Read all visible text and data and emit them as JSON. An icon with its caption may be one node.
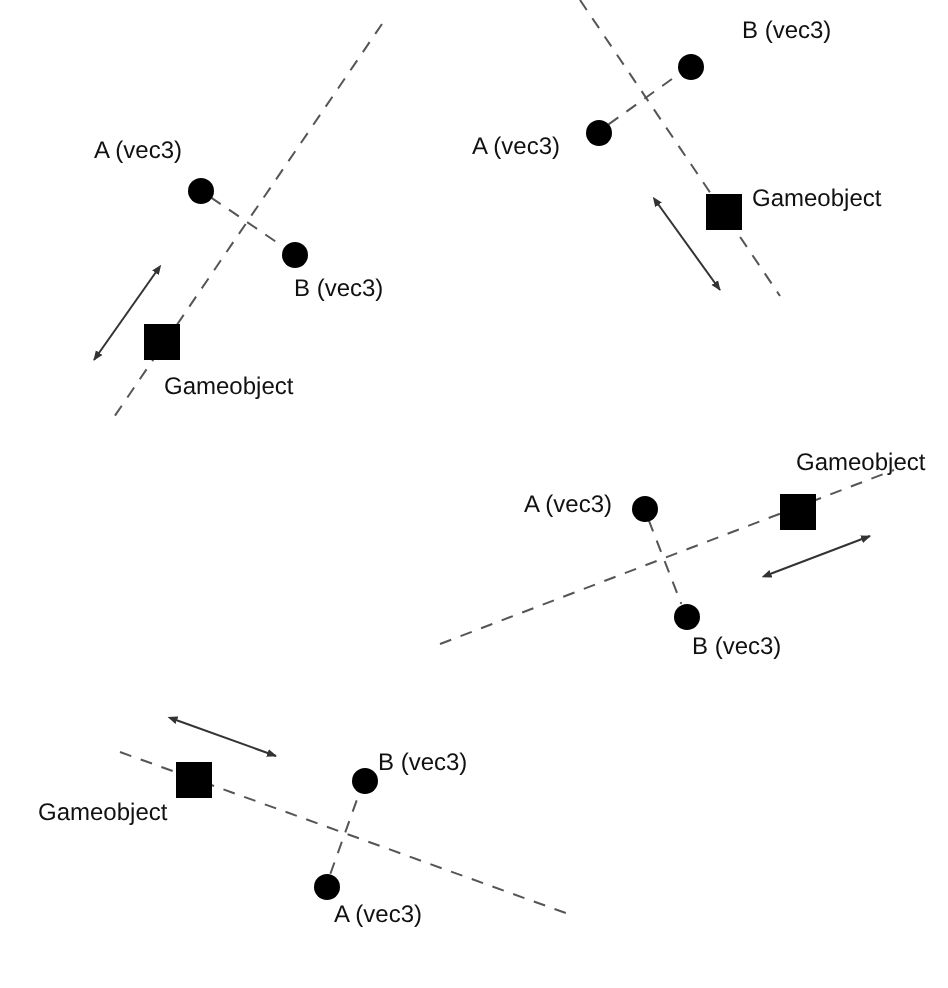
{
  "diagram": {
    "nodes": [
      {
        "text": [],
        "shape": "circle",
        "beside": [
          "A (vec3)"
        ]
      },
      {
        "text": [],
        "shape": "circle",
        "beside": [
          "B (vec3)"
        ]
      },
      {
        "text": [],
        "shape": "box",
        "beside": [
          "Gameobject"
        ]
      },
      {
        "text": [],
        "shape": "circle",
        "beside": [
          "B (vec3)"
        ]
      },
      {
        "text": [],
        "shape": "circle",
        "beside": [
          "A (vec3)"
        ]
      },
      {
        "text": [],
        "shape": "box",
        "beside": [
          "Gameobject"
        ]
      },
      {
        "text": [],
        "shape": "circle",
        "beside": [
          "A (vec3)"
        ]
      },
      {
        "text": [],
        "shape": "box",
        "beside": [
          "Gameobject"
        ]
      },
      {
        "text": [],
        "shape": "circle",
        "beside": [
          "B (vec3)"
        ]
      },
      {
        "text": [],
        "shape": "circle",
        "beside": [
          "B (vec3)"
        ]
      },
      {
        "text": [],
        "shape": "box",
        "beside": [
          "Gameobject"
        ]
      },
      {
        "text": [],
        "shape": "circle",
        "beside": [
          "A (vec3)"
        ]
      }
    ],
    "edges": [
      {
        "from": 0,
        "to": 1,
        "arrow": "none",
        "style": "dashed"
      },
      {
        "from": 4,
        "to": 3,
        "arrow": "none",
        "style": "dashed"
      },
      {
        "from": 6,
        "to": 8,
        "arrow": "none",
        "style": "dashed"
      },
      {
        "from": 11,
        "to": 9,
        "arrow": "none",
        "style": "dashed"
      }
    ]
  }
}
